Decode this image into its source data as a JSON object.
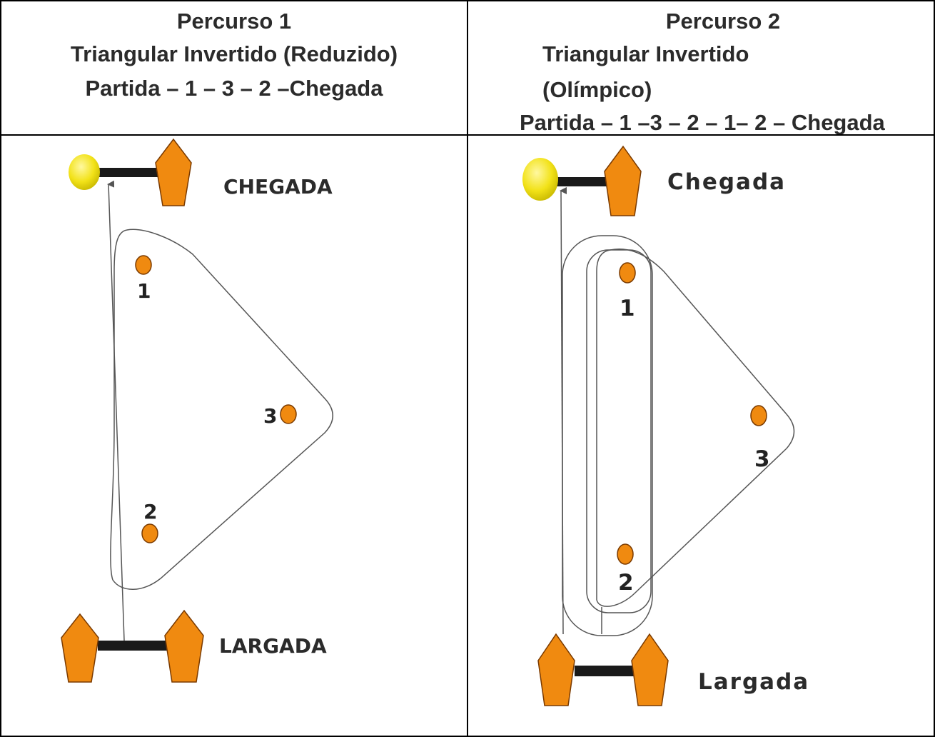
{
  "course1": {
    "title": "Percurso 1",
    "subtitle": "Triangular Invertido (Reduzido)",
    "route": "Partida – 1 – 3 – 2 –Chegada",
    "finish_label": "CHEGADA",
    "start_label": "LARGADA",
    "marks": [
      "1",
      "3",
      "2"
    ]
  },
  "course2": {
    "title": "Percurso 2",
    "subtitle_line1": "Triangular Invertido",
    "subtitle_line2": "(Olímpico)",
    "route": "Partida – 1 –3 – 2 – 1– 2 – Chegada",
    "finish_label": "Chegada",
    "start_label": "Largada",
    "marks": [
      "1",
      "3",
      "2"
    ]
  },
  "colors": {
    "buoy": "#f08a10",
    "buoy_outline": "#7a3a00",
    "finish_ball": "#f2e218",
    "bar": "#1a1a1a",
    "line": "#555555",
    "text": "#2b2b2b",
    "border": "#000000"
  }
}
